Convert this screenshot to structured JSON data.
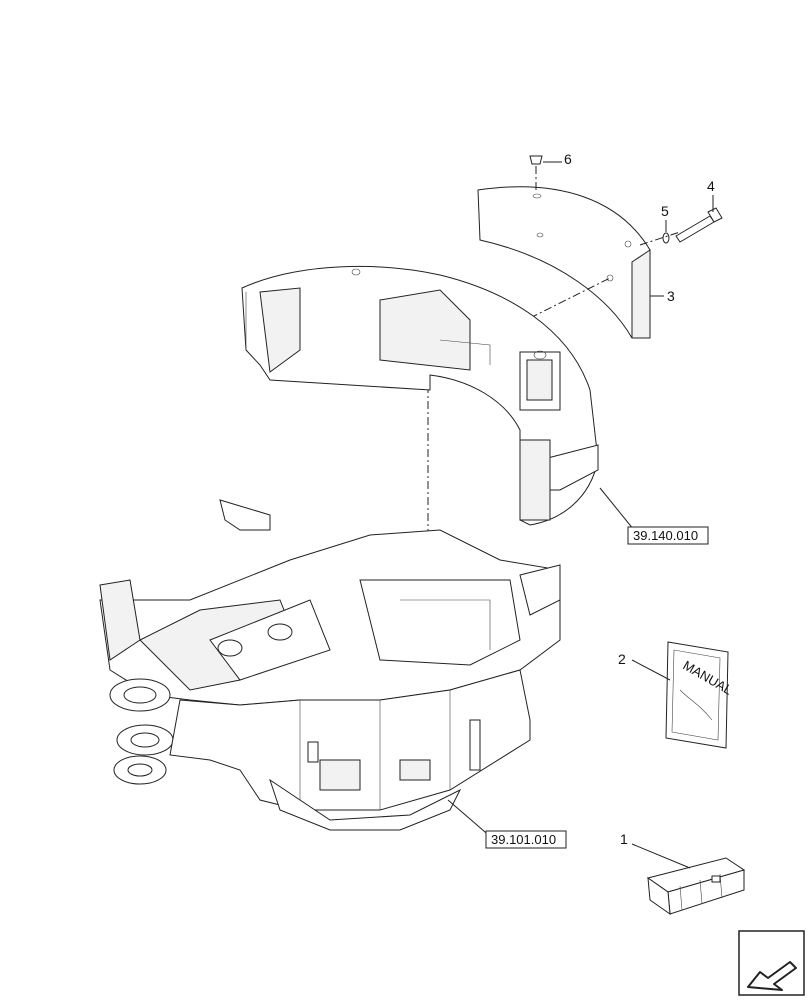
{
  "callouts": {
    "c1": "1",
    "c2": "2",
    "c3": "3",
    "c4": "4",
    "c5": "5",
    "c6": "6"
  },
  "references": {
    "counterweight_ref": "39.140.010",
    "frame_ref": "39.101.010"
  },
  "manual": {
    "cover_text": "MANUAL"
  },
  "icons": {
    "corner_arrow": "arrow-icon"
  }
}
